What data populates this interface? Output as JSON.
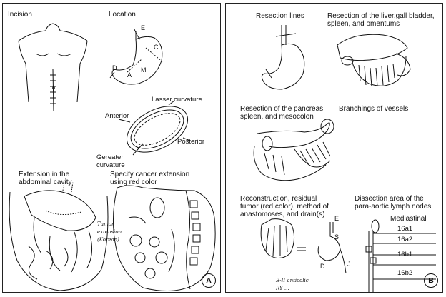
{
  "panel_a": {
    "badge": "A",
    "incision": {
      "title": "Incision"
    },
    "location": {
      "title": "Location",
      "labels": {
        "e": "E",
        "c": "C",
        "m": "M",
        "a": "A",
        "d": "D"
      }
    },
    "cross_section": {
      "lesser": "Lasser curvature",
      "anterior": "Anterior",
      "posterior": "Posterior",
      "greater": "Gereater\ncurvature"
    },
    "extension": {
      "title": "Extension in the\nabdominal cavity"
    },
    "cancer": {
      "title": "Specify cancer extension\nusing red color",
      "handwritten": "Tumor\nextension\n(Korean)"
    }
  },
  "panel_b": {
    "badge": "B",
    "resection_lines": {
      "title": "Resection lines"
    },
    "liver": {
      "title": "Resection of the liver,gall bladder,\nspleen, and omentums"
    },
    "pancreas": {
      "title": "Resection of the pancreas,\nspleen, and mesocolon"
    },
    "vessels": {
      "title": "Branchings of vessels"
    },
    "reconstruction": {
      "title": "Reconstruction, residual\ntumor (red color), method of\nanastomoses, and drain(s)",
      "labels": {
        "e": "E",
        "s": "S",
        "d": "D",
        "j": "J"
      },
      "handwritten": "B-II  anticolic\nRY  ..."
    },
    "dissection": {
      "title": "Dissection area of the\npara-aortic lymph nodes",
      "mediastinal": "Mediastinal",
      "stations": [
        "16a1",
        "16a2",
        "16b1",
        "16b2"
      ]
    }
  }
}
